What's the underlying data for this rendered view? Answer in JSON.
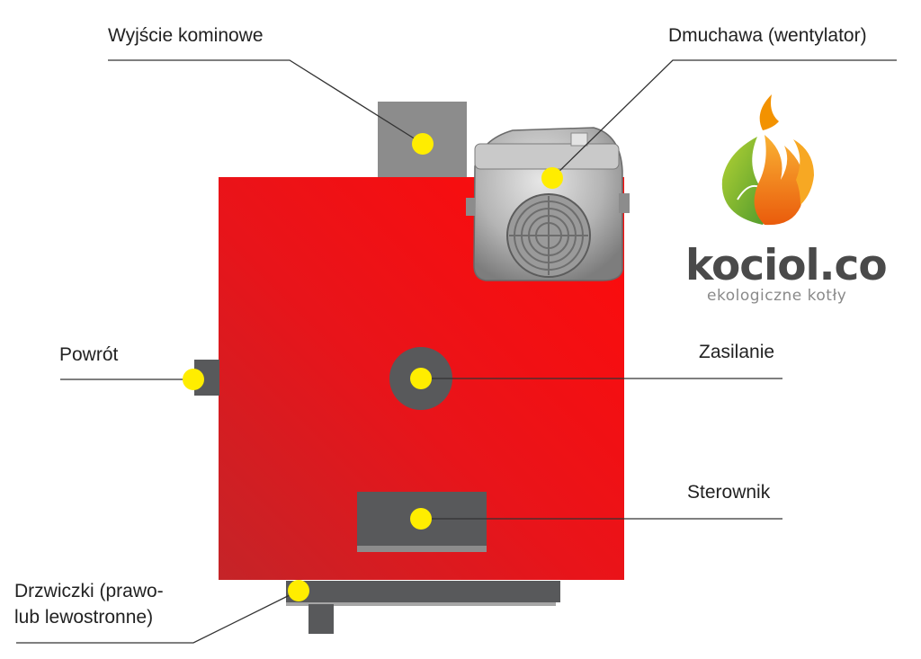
{
  "labels": {
    "chimney": "Wyjście kominowe",
    "blower": "Dmuchawa (wentylator)",
    "return": "Powrót",
    "supply": "Zasilanie",
    "controller": "Sterownik",
    "door_line1": "Drzwiczki (prawo-",
    "door_line2": "lub lewostronne)"
  },
  "brand": {
    "name": "kociol.co",
    "tagline": "ekologiczne kotły"
  },
  "colors": {
    "boiler": "#e8141a",
    "boiler_dark": "#c42428",
    "component": "#58595b",
    "component_light": "#8c8c8c",
    "marker": "#ffed00",
    "leader_line": "#333333",
    "flame_orange": "#f39200",
    "flame_green": "#7cb82f"
  },
  "icons": {
    "logo": "flame-leaf-logo-icon",
    "blower": "blower-fan-icon"
  }
}
